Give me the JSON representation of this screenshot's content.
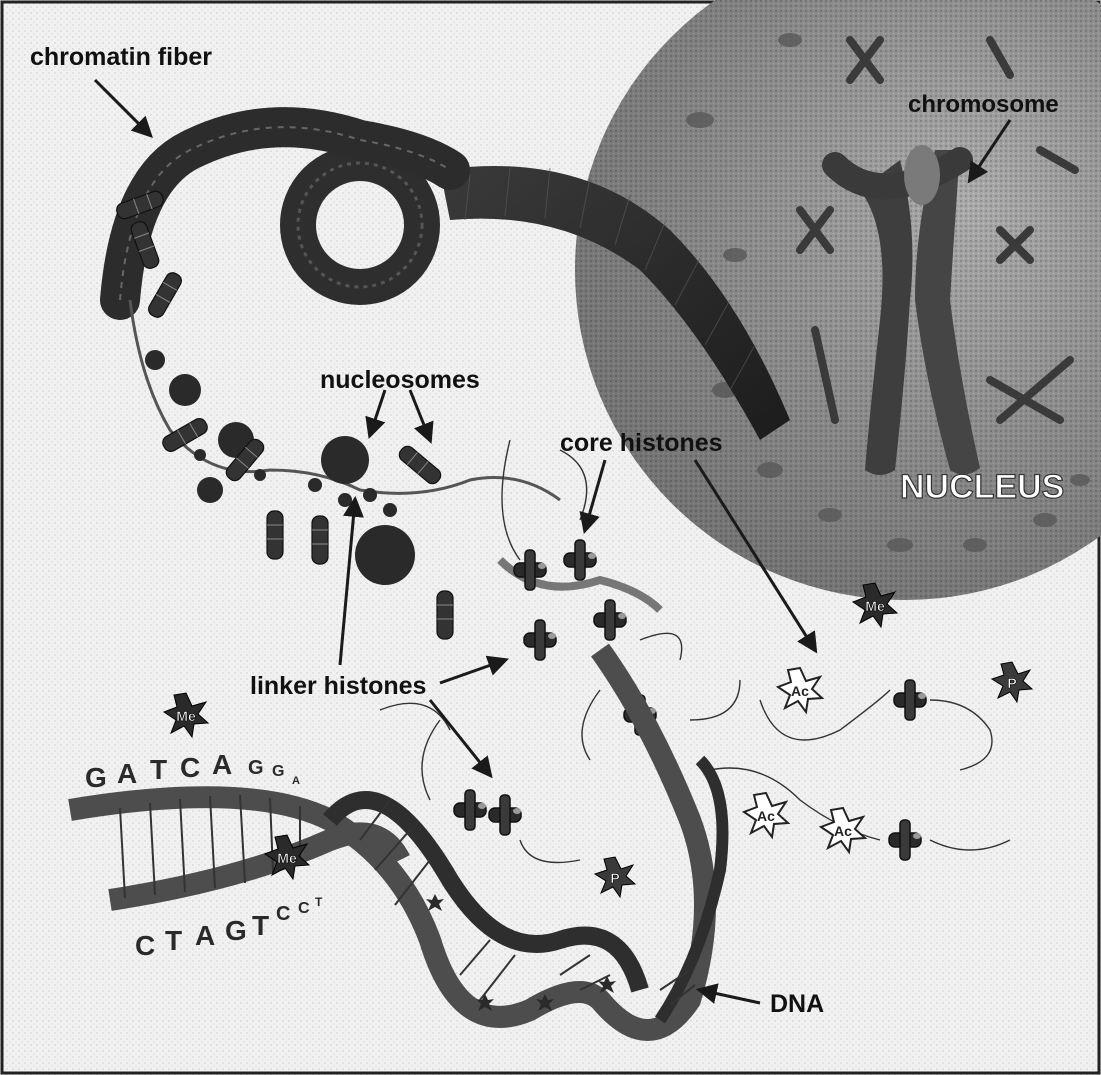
{
  "labels": {
    "chromatin_fiber": "chromatin fiber",
    "chromosome": "chromosome",
    "nucleosomes": "nucleosomes",
    "core_histones": "core histones",
    "linker_histones": "linker histones",
    "nucleus": "NUCLEUS",
    "dna": "DNA"
  },
  "dna_sequence": {
    "top_strand": [
      "G",
      "A",
      "T",
      "C",
      "A",
      "G",
      "G",
      "A"
    ],
    "bottom_strand": [
      "C",
      "T",
      "A",
      "G",
      "T",
      "C",
      "C",
      "T"
    ]
  },
  "modifications": {
    "methyl": "Me",
    "acetyl": "Ac",
    "phospho": "P"
  },
  "icons": [
    "arrow-icon",
    "starburst-icon",
    "histone-cylinder-icon",
    "nucleosome-bead-icon"
  ]
}
